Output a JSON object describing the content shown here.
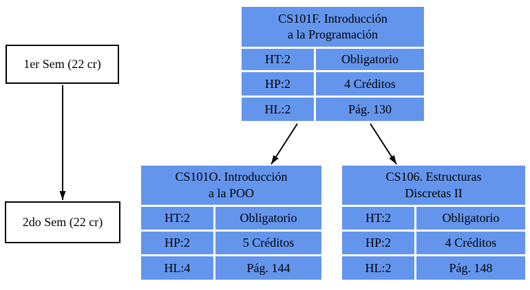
{
  "diagram": {
    "background_color": "#ffffff",
    "node_fill_color": "#6495ED",
    "node_text_color": "#000000",
    "semester_border_color": "#000000",
    "semester_nodes": [
      {
        "label": "1er Sem (22 cr)"
      },
      {
        "label": "2do Sem (22 cr)"
      }
    ],
    "course_nodes": [
      {
        "title_line1": "CS101F. Introducción",
        "title_line2": "a la Programación",
        "rows": [
          {
            "key": "HT:2",
            "value": "Obligatorio"
          },
          {
            "key": "HP:2",
            "value": "4 Créditos"
          },
          {
            "key": "HL:2",
            "value": "Pág. 130"
          }
        ]
      },
      {
        "title_line1": "CS101O. Introducción",
        "title_line2": "a la POO",
        "rows": [
          {
            "key": "HT:2",
            "value": "Obligatorio"
          },
          {
            "key": "HP:2",
            "value": "5 Créditos"
          },
          {
            "key": "HL:4",
            "value": "Pág. 144"
          }
        ]
      },
      {
        "title_line1": "CS106. Estructuras",
        "title_line2": "Discretas II",
        "rows": [
          {
            "key": "HT:2",
            "value": "Obligatorio"
          },
          {
            "key": "HP:2",
            "value": "4 Créditos"
          },
          {
            "key": "HL:2",
            "value": "Pág. 148"
          }
        ]
      }
    ],
    "edges": [
      {
        "from": "1er Sem (22 cr)",
        "to": "2do Sem (22 cr)"
      },
      {
        "from": "CS101F. Introducción a la Programación",
        "to": "CS101O. Introducción a la POO"
      },
      {
        "from": "CS101F. Introducción a la Programación",
        "to": "CS106. Estructuras Discretas II"
      }
    ]
  }
}
